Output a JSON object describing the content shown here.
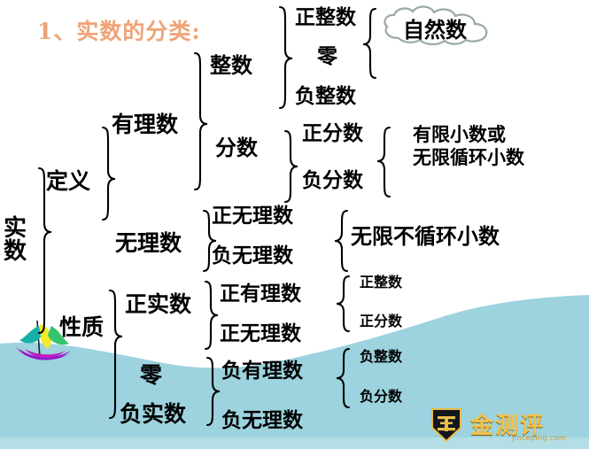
{
  "title": "1、实数的分类:",
  "theme": {
    "title_color": "#EFA377",
    "water_color": "#9CD3DE",
    "water_bottom_band": "#B4DEE6",
    "text_color": "#000000",
    "brace_color": "#000000",
    "cloud_outline": "#9AA9A5",
    "logo_gold": "#F2C14A",
    "logo_badge_dark": "#12171E"
  },
  "diagram": {
    "root": "实数",
    "branches": {
      "definition": {
        "label": "定义",
        "rational": {
          "label": "有理数",
          "integer": {
            "label": "整数",
            "children": [
              "正整数",
              "零",
              "负整数"
            ],
            "note": "自然数",
            "note_shape": "cloud"
          },
          "fraction": {
            "label": "分数",
            "children": [
              "正分数",
              "负分数"
            ],
            "note": "有限小数或\n无限循环小数",
            "note_line1": "有限小数或",
            "note_line2": "无限循环小数"
          }
        },
        "irrational": {
          "label": "无理数",
          "children": [
            "正无理数",
            "负无理数"
          ],
          "note": "无限不循环小数"
        }
      },
      "property": {
        "label": "性质",
        "positive": {
          "label": "正实数",
          "children": [
            "正有理数",
            "正无理数"
          ],
          "sub_positive_rational": [
            "正整数",
            "正分数"
          ]
        },
        "zero": {
          "label": "零"
        },
        "negative": {
          "label": "负实数",
          "children": [
            "负有理数",
            "负无理数"
          ],
          "sub_negative_rational": [
            "负整数",
            "负分数"
          ]
        }
      }
    }
  },
  "nodes": {
    "real_num_line1": "实",
    "real_num_line2": "数",
    "definition": "定义",
    "property": "性质",
    "rational": "有理数",
    "irrational": "无理数",
    "integer": "整数",
    "fraction": "分数",
    "pos_integer": "正整数",
    "zero_char": "零",
    "neg_integer": "负整数",
    "pos_fraction": "正分数",
    "neg_fraction": "负分数",
    "pos_irrational": "正无理数",
    "neg_irrational": "负无理数",
    "natural_number": "自然数",
    "finite_decimal_l1": "有限小数或",
    "finite_decimal_l2": "无限循环小数",
    "infinite_nonrepeat": "无限不循环小数",
    "pos_real": "正实数",
    "neg_real": "负实数",
    "zero_prop": "零",
    "pos_rational": "正有理数",
    "pos_irrational2": "正无理数",
    "neg_rational": "负有理数",
    "neg_irrational2": "负无理数",
    "small_pos_integer": "正整数",
    "small_pos_fraction": "正分数",
    "small_neg_integer": "负整数",
    "small_neg_fraction": "负分数"
  },
  "logo": {
    "text": "金测评",
    "url": "jinceping.com",
    "badge_glyph": "金"
  }
}
